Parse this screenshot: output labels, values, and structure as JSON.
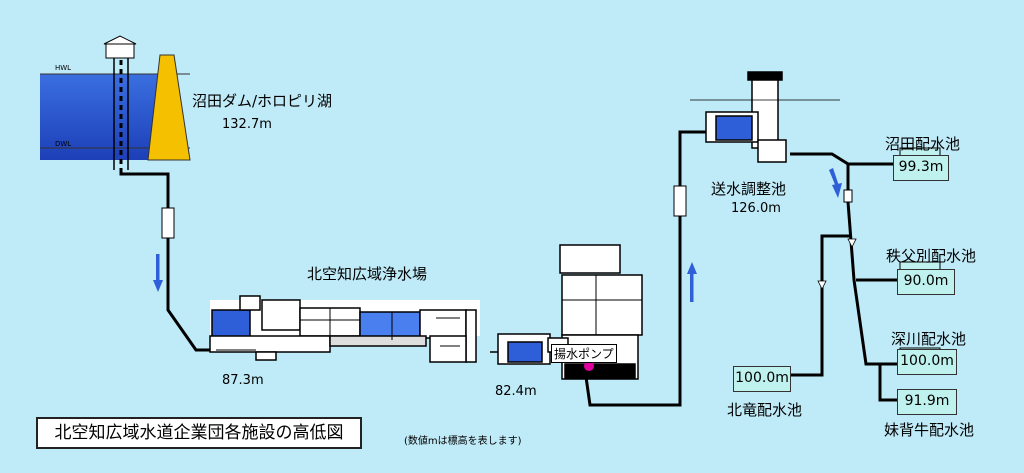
{
  "title": "北空知広域水道企業団各施設の高低図",
  "note": "(数値mは標高を表します)",
  "dam": {
    "name": "沼田ダム/ホロピリ湖",
    "elevation": "132.7m",
    "hwl": "HWL",
    "dwl": "DWL"
  },
  "plant": {
    "name": "北空知広域浄水場",
    "elevation": "87.3m"
  },
  "pump": {
    "name": "揚水ポンプ",
    "elevation": "82.4m"
  },
  "adjust_pond": {
    "name": "送水調整池",
    "elevation": "126.0m"
  },
  "reservoirs": [
    {
      "name": "沼田配水池",
      "elevation": "99.3m"
    },
    {
      "name": "秩父別配水池",
      "elevation": "90.0m"
    },
    {
      "name": "深川配水池",
      "elevation": "100.0m"
    },
    {
      "name": "妹背牛配水池",
      "elevation": "91.9m"
    },
    {
      "name": "北竜配水池",
      "elevation": "100.0m"
    }
  ],
  "colors": {
    "background": "#bfeaf7",
    "water": "#3a6fe0",
    "dam_wall": "#f5c000",
    "reservoir_box": "#bff2ee",
    "flow_arrow": "#2f5fd8"
  }
}
